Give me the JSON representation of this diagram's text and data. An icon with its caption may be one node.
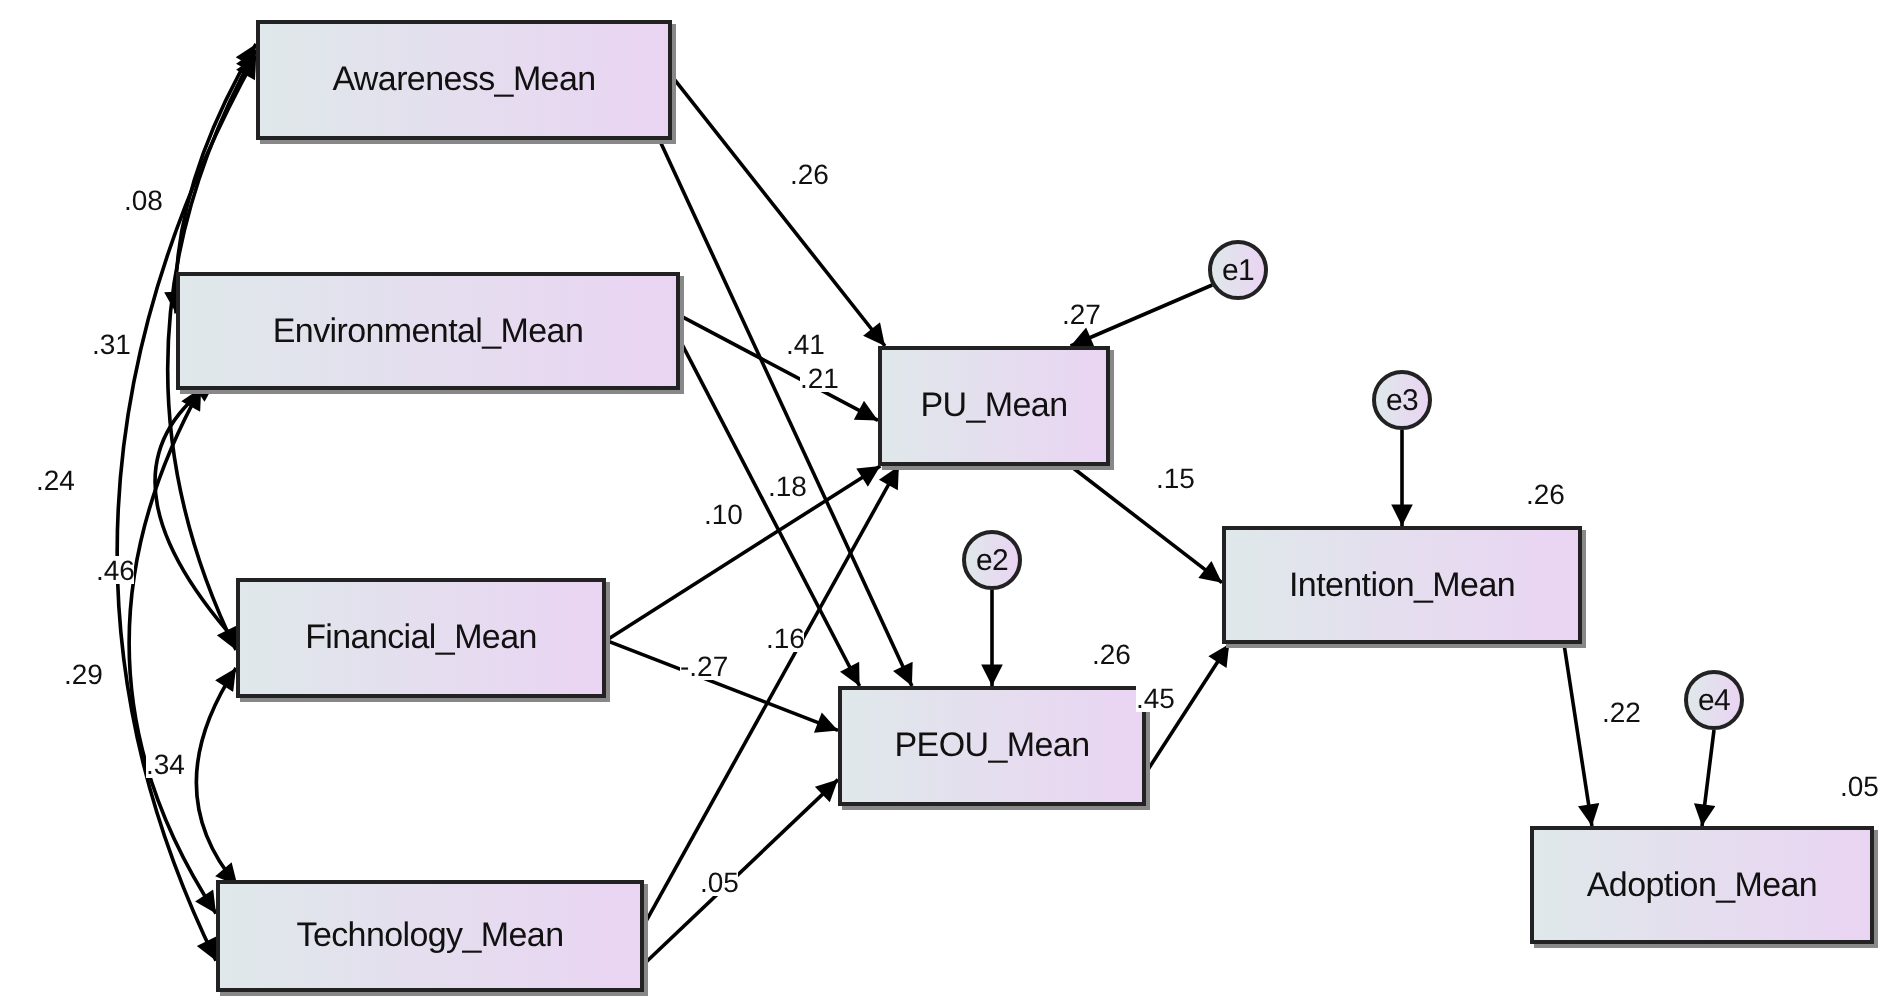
{
  "diagram": {
    "nodes": [
      {
        "text": [
          "Awareness_Mean"
        ]
      },
      {
        "text": [
          "Environmental_Mean"
        ]
      },
      {
        "text": [
          "Financial_Mean"
        ]
      },
      {
        "text": [
          "Technology_Mean"
        ]
      },
      {
        "text": [
          "PU_Mean"
        ],
        "beside": [
          ".27"
        ]
      },
      {
        "text": [
          "PEOU_Mean"
        ],
        "beside": [
          ".26"
        ]
      },
      {
        "text": [
          "Intention_Mean"
        ],
        "beside": [
          ".26"
        ]
      },
      {
        "text": [
          "Adoption_Mean"
        ],
        "beside": [
          ".05"
        ]
      },
      {
        "text": [
          "e1"
        ]
      },
      {
        "text": [
          "e2"
        ]
      },
      {
        "text": [
          "e3"
        ]
      },
      {
        "text": [
          "e4"
        ]
      }
    ],
    "edges": [
      {
        "from": 0,
        "to": 4,
        "arrow": "to",
        "label": ".26"
      },
      {
        "from": 0,
        "to": 5,
        "arrow": "to",
        "label": ".41"
      },
      {
        "from": 1,
        "to": 4,
        "arrow": "to",
        "label": ".21"
      },
      {
        "from": 1,
        "to": 5,
        "arrow": "to",
        "label": ".18"
      },
      {
        "from": 2,
        "to": 4,
        "arrow": "to",
        "label": ".10"
      },
      {
        "from": 2,
        "to": 5,
        "arrow": "to",
        "label": "-.27"
      },
      {
        "from": 3,
        "to": 4,
        "arrow": "to",
        "label": ".16"
      },
      {
        "from": 3,
        "to": 5,
        "arrow": "to",
        "label": ".05"
      },
      {
        "from": 4,
        "to": 6,
        "arrow": "to",
        "label": ".15"
      },
      {
        "from": 5,
        "to": 6,
        "arrow": "to",
        "label": ".45"
      },
      {
        "from": 6,
        "to": 7,
        "arrow": "to",
        "label": ".22"
      },
      {
        "from": 8,
        "to": 4,
        "arrow": "to"
      },
      {
        "from": 9,
        "to": 5,
        "arrow": "to"
      },
      {
        "from": 10,
        "to": 6,
        "arrow": "to"
      },
      {
        "from": 11,
        "to": 7,
        "arrow": "to"
      },
      {
        "from": 0,
        "to": 1,
        "arrow": "both",
        "label": ".08"
      },
      {
        "from": 0,
        "to": 2,
        "arrow": "both",
        "label": ".31"
      },
      {
        "from": 0,
        "to": 3,
        "arrow": "both",
        "label": ".24"
      },
      {
        "from": 1,
        "to": 2,
        "arrow": "both",
        "label": ".46"
      },
      {
        "from": 1,
        "to": 3,
        "arrow": "both",
        "label": ".29"
      },
      {
        "from": 2,
        "to": 3,
        "arrow": "both",
        "label": ".34"
      }
    ]
  }
}
